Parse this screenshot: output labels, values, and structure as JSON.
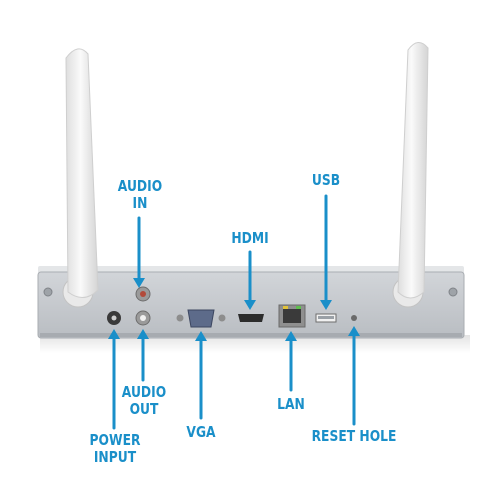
{
  "colors": {
    "callout": "#1a8fc9",
    "chassis": "#c9ccd0",
    "antenna": "#f4f4f4",
    "background": "#ffffff"
  },
  "labels": {
    "audio_in": [
      "AUDIO",
      "IN"
    ],
    "hdmi": "HDMI",
    "usb": "USB",
    "audio_out": [
      "AUDIO",
      "OUT"
    ],
    "power_input": [
      "POWER",
      "INPUT"
    ],
    "vga": "VGA",
    "lan": "LAN",
    "reset_hole": "RESET HOLE"
  }
}
